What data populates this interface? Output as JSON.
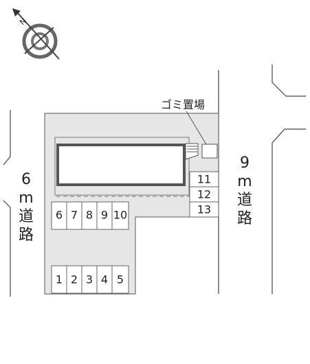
{
  "compass": {
    "icon": "compass-north-arrow-icon",
    "direction_label": "N"
  },
  "roads": {
    "left": {
      "width_number": "6",
      "unit": "m",
      "char1": "道",
      "char2": "路"
    },
    "right": {
      "width_number": "9",
      "unit": "m",
      "char1": "道",
      "char2": "路"
    }
  },
  "garbage": {
    "label": "ゴミ置場"
  },
  "parking": {
    "top_row": [
      "6",
      "7",
      "8",
      "9",
      "10"
    ],
    "bottom_row": [
      "1",
      "2",
      "3",
      "4",
      "5"
    ],
    "right_column": [
      "11",
      "12",
      "13"
    ]
  },
  "colors": {
    "lot": "#e6e6e6",
    "building_border": "#555555",
    "line": "#444444"
  }
}
